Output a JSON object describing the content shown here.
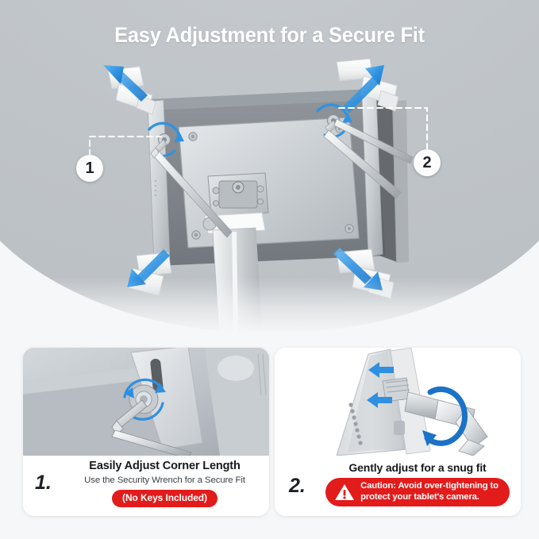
{
  "hero": {
    "title": "Easy Adjustment for a Secure Fit",
    "background_color": "#bfc4c8",
    "title_color": "#ffffff",
    "callouts": [
      {
        "label": "1",
        "position": "left"
      },
      {
        "label": "2",
        "position": "right"
      }
    ],
    "illustration": {
      "subject": "tablet-security-mount-rear-view",
      "accent_arrow_color": "#2b8fe0",
      "metal_color": "#c9ced3"
    }
  },
  "cards": [
    {
      "number": "1.",
      "title": "Easily Adjust Corner Length",
      "subtitle": "Use the Security Wrench for a Secure Fit",
      "pill": "(No Keys Included)",
      "pill_color": "#e21b1b",
      "photo": "closeup-hex-key-turning-corner-screw"
    },
    {
      "number": "2.",
      "title": "Gently adjust for a snug fit",
      "subtitle": "",
      "pill_line_1": "Caution: Avoid over-tightening to",
      "pill_line_2": "protect your tablet's camera.",
      "pill_color": "#e21b1b",
      "pill_icon": "warning-triangle-icon",
      "photo": "tablet-edge-with-wrench-adjustment"
    }
  ],
  "page": {
    "background_color": "#f6f7f8"
  }
}
